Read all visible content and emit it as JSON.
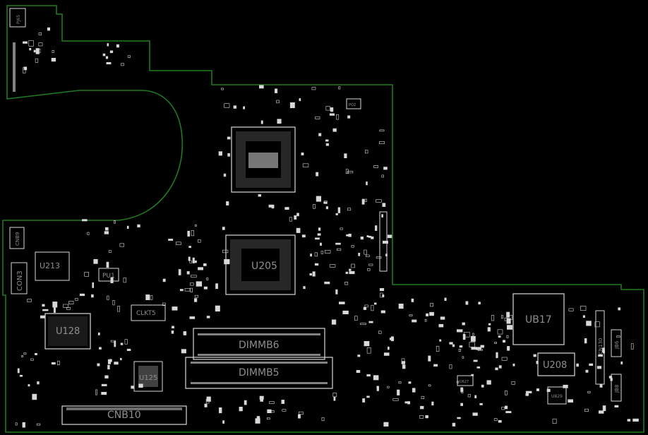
{
  "board": {
    "outline_color": "#1f7a1f",
    "part_color": "#d8d8d8",
    "label_color": "#8e8e8e",
    "background": "#000000"
  },
  "labels": {
    "pj65": "PJ65",
    "cnb9": "CNB9",
    "con3": "CON3",
    "u213": "U213",
    "pu1": "PU1",
    "u128": "U128",
    "clkt5": "CLKT5",
    "u125": "U125",
    "u205": "U205",
    "dimmb6": "DIMMB6",
    "dimmb5": "DIMMB5",
    "cnb10": "CNB10",
    "ub17": "UB17",
    "u208": "U208",
    "cn130": "CN130",
    "jb6": "JB6",
    "jb8": "JB8",
    "u627": "U627",
    "u829": "U829",
    "pq2": "PQ2"
  }
}
